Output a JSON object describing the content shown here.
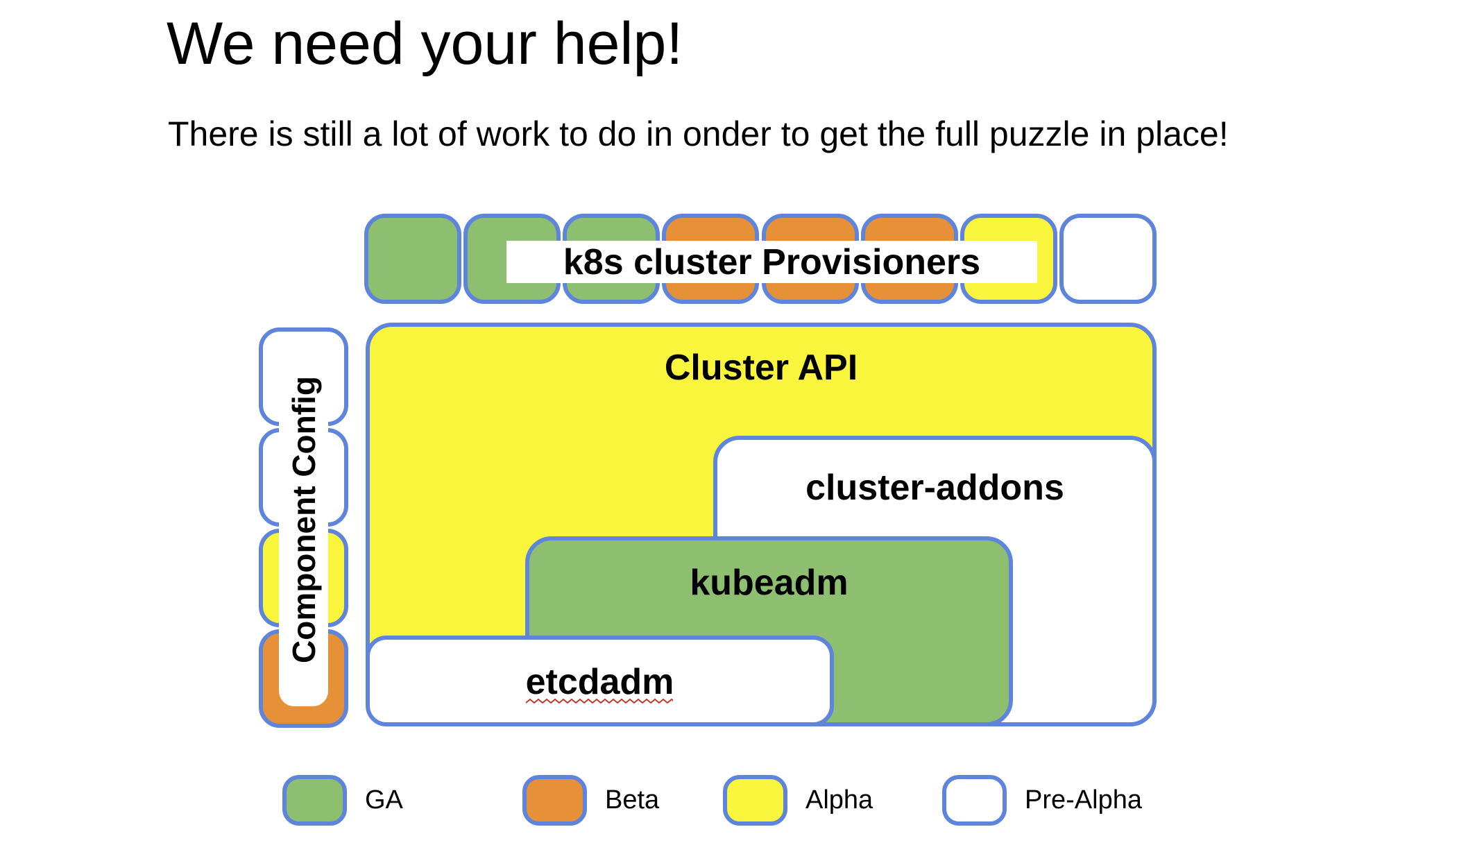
{
  "slide": {
    "title": "We need your help!",
    "subtitle": "There is still a lot of work to do in onder to get the full puzzle in place!"
  },
  "diagram": {
    "provisioners": {
      "label": "k8s cluster Provisioners",
      "squares": [
        "ga",
        "ga",
        "ga",
        "beta",
        "beta",
        "beta",
        "alpha",
        "pre-alpha"
      ]
    },
    "component_config": {
      "label": "Component Config",
      "squares": [
        "pre-alpha",
        "pre-alpha",
        "alpha",
        "beta"
      ]
    },
    "boxes": {
      "cluster_api": {
        "label": "Cluster API",
        "status": "alpha"
      },
      "cluster_addons": {
        "label": "cluster-addons",
        "status": "pre-alpha"
      },
      "kubeadm": {
        "label": "kubeadm",
        "status": "ga"
      },
      "etcdadm": {
        "label": "etcdadm",
        "status": "pre-alpha"
      }
    }
  },
  "legend": {
    "items": [
      {
        "label": "GA",
        "status": "ga"
      },
      {
        "label": "Beta",
        "status": "beta"
      },
      {
        "label": "Alpha",
        "status": "alpha"
      },
      {
        "label": "Pre-Alpha",
        "status": "pre-alpha"
      }
    ]
  },
  "colors": {
    "ga": "#8EBE70",
    "beta": "#E69138",
    "alpha": "#F9F53C",
    "pre_alpha": "#FFFFFF",
    "border": "#5E84DC",
    "squiggle": "#C0392B",
    "text": "#000000"
  }
}
